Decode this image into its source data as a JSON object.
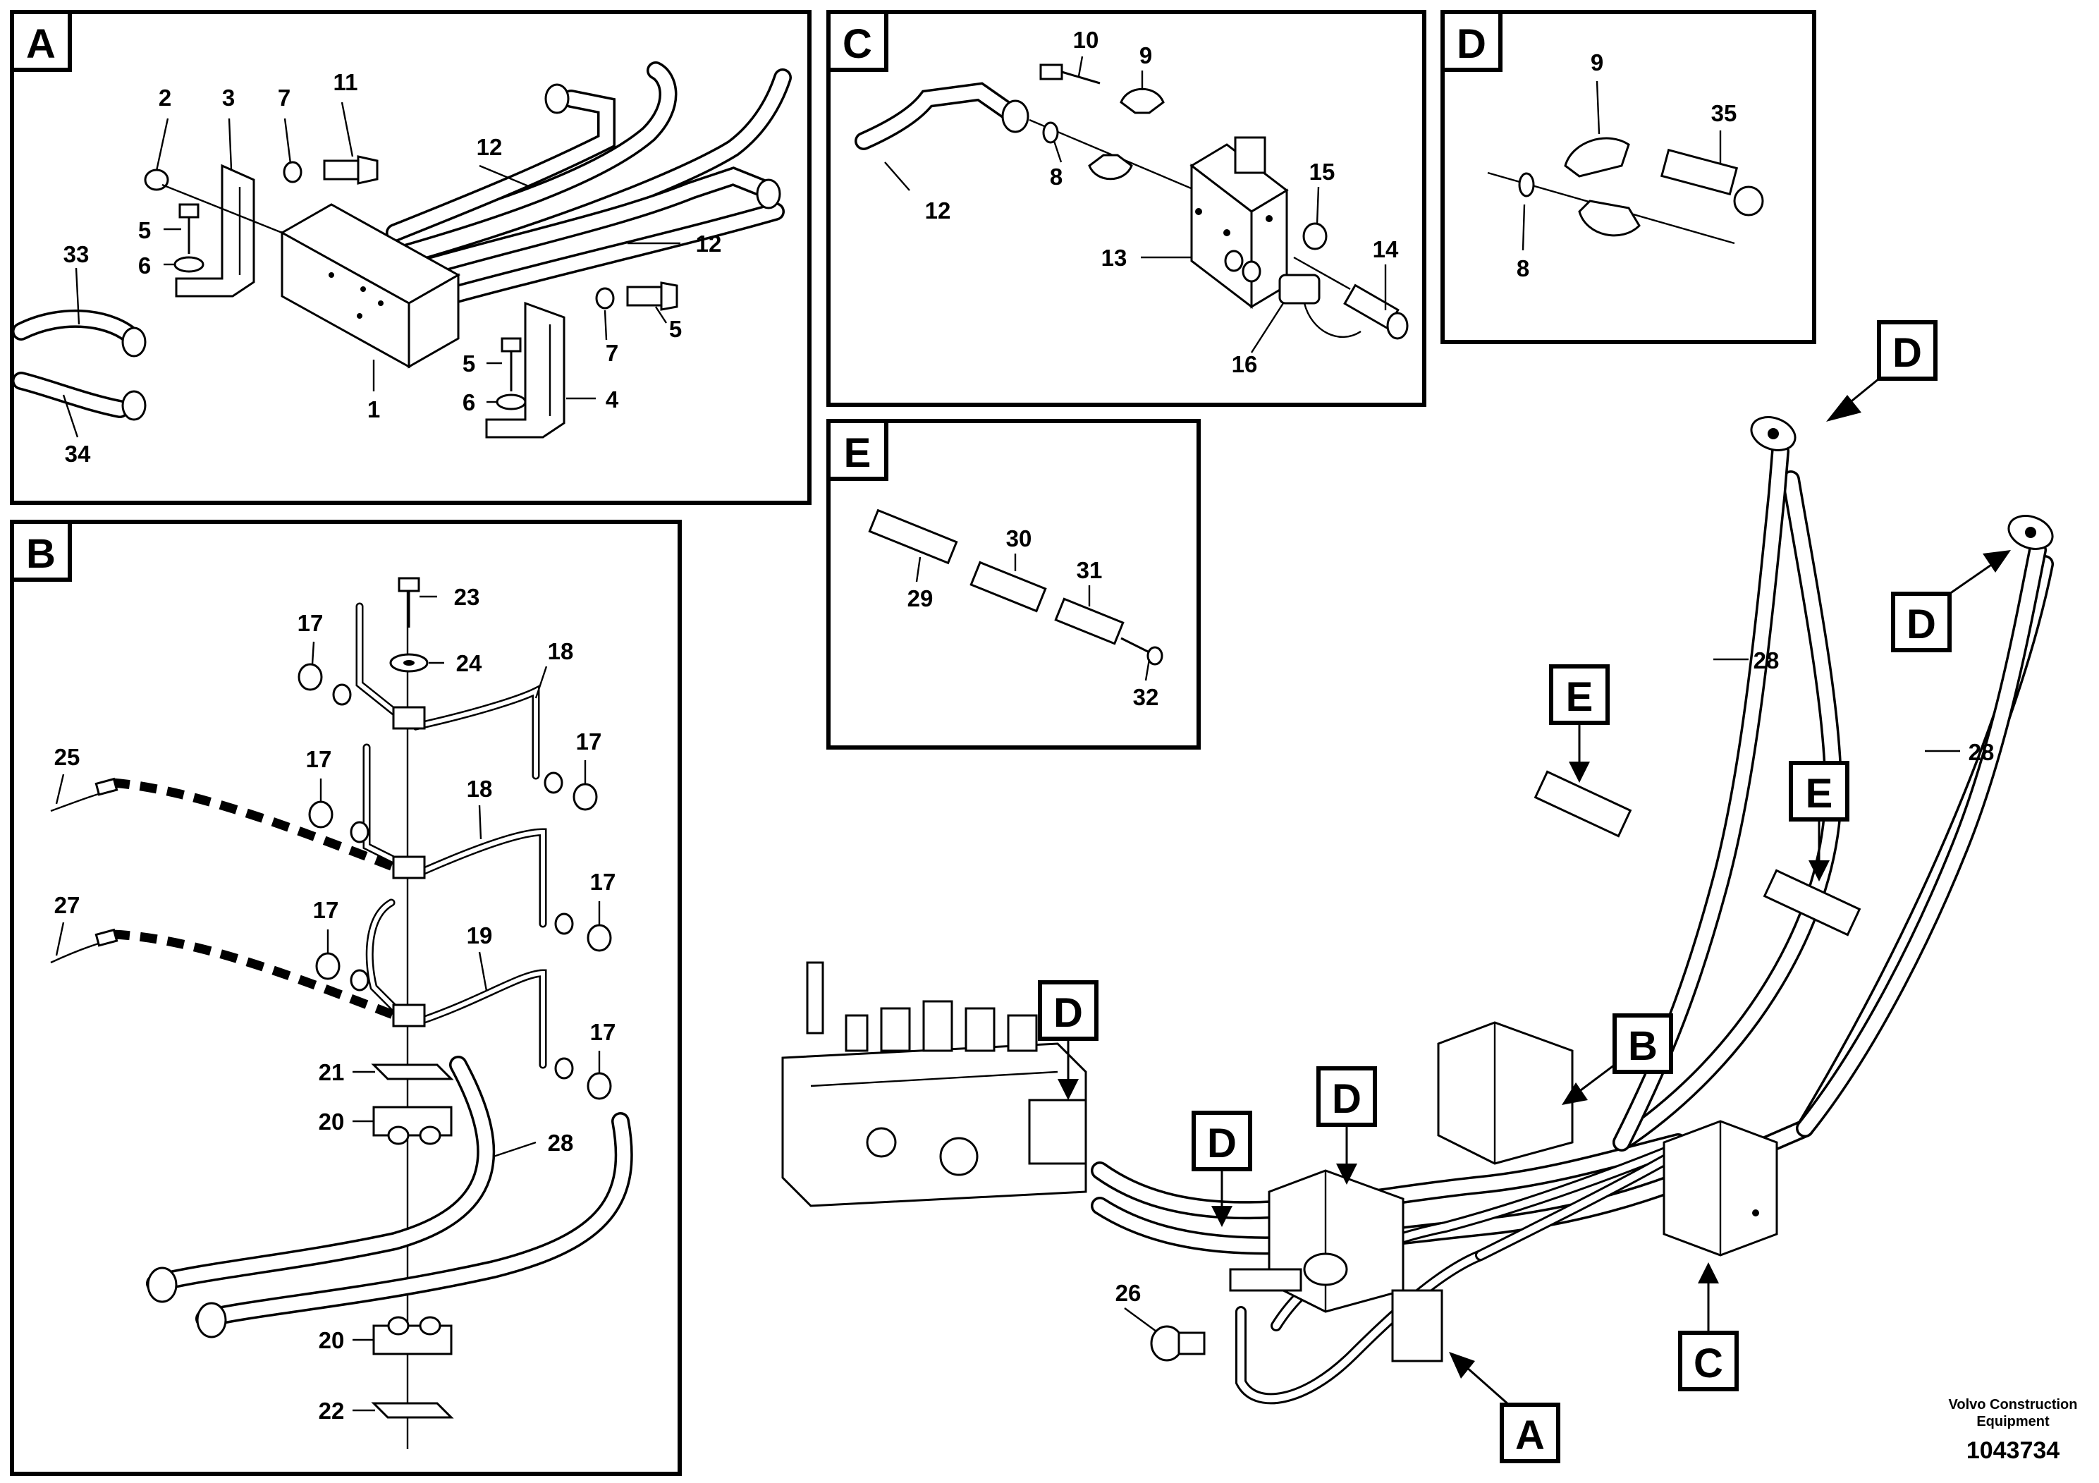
{
  "panels": {
    "A": {
      "letter": "A"
    },
    "B": {
      "letter": "B"
    },
    "C": {
      "letter": "C"
    },
    "D": {
      "letter": "D"
    },
    "E": {
      "letter": "E"
    }
  },
  "callouts": {
    "A": [
      "1",
      "2",
      "3",
      "4",
      "5",
      "5",
      "6",
      "6",
      "7",
      "7",
      "11",
      "12",
      "12",
      "33",
      "34"
    ],
    "B": [
      "17",
      "17",
      "17",
      "17",
      "17",
      "17",
      "18",
      "18",
      "19",
      "20",
      "20",
      "21",
      "22",
      "23",
      "24",
      "25",
      "27",
      "28"
    ],
    "C": [
      "8",
      "9",
      "10",
      "12",
      "13",
      "14",
      "15",
      "16"
    ],
    "D": [
      "8",
      "9",
      "35"
    ],
    "E": [
      "29",
      "30",
      "31",
      "32"
    ],
    "main": [
      "26",
      "28",
      "28"
    ]
  },
  "location_tags": {
    "main": [
      "D",
      "D",
      "E",
      "E",
      "D",
      "D",
      "D",
      "B",
      "A",
      "C"
    ]
  },
  "footer": {
    "brand_line1": "Volvo Construction",
    "brand_line2": "Equipment",
    "doc_number": "1043734"
  }
}
